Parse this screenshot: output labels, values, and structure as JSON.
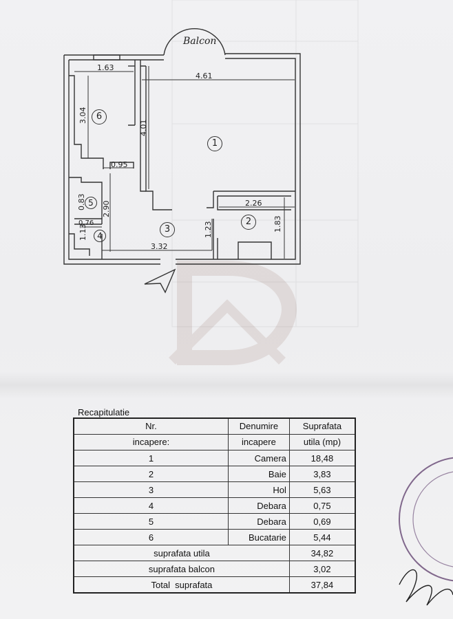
{
  "plan": {
    "balcony_label": "Balcon",
    "dimensions": {
      "kitchen_width": "1.63",
      "room_width": "4.61",
      "kitchen_length": "3.04",
      "room_length": "4.01",
      "hall_small": "0.95",
      "bath_width": "2.26",
      "bath_length": "1.83",
      "pantry5_size": "0.83",
      "hall_height": "2.90",
      "pantry4_width": "0.76",
      "pantry4_height": "1.13",
      "hall_width": "3.32",
      "hall_depth": "1.23"
    },
    "room_numbers": [
      "1",
      "2",
      "3",
      "4",
      "5",
      "6"
    ]
  },
  "summary": {
    "title": "Recapitulatie",
    "headers": {
      "nr_line1": "Nr.",
      "nr_line2": "incapere:",
      "name_line1": "Denumire",
      "name_line2": "incapere",
      "area_line1": "Suprafata",
      "area_line2": "utila (mp)"
    },
    "rows": [
      {
        "nr": "1",
        "name": "Camera",
        "area": "18,48"
      },
      {
        "nr": "2",
        "name": "Baie",
        "area": "3,83"
      },
      {
        "nr": "3",
        "name": "Hol",
        "area": "5,63"
      },
      {
        "nr": "4",
        "name": "Debara",
        "area": "0,75"
      },
      {
        "nr": "5",
        "name": "Debara",
        "area": "0,69"
      },
      {
        "nr": "6",
        "name": "Bucatarie",
        "area": "5,44"
      }
    ],
    "totals": [
      {
        "label": "suprafata utila",
        "value": "34,82"
      },
      {
        "label": "suprafata balcon",
        "value": "3,02"
      },
      {
        "label": "Total  suprafata",
        "value": "37,84"
      }
    ]
  }
}
